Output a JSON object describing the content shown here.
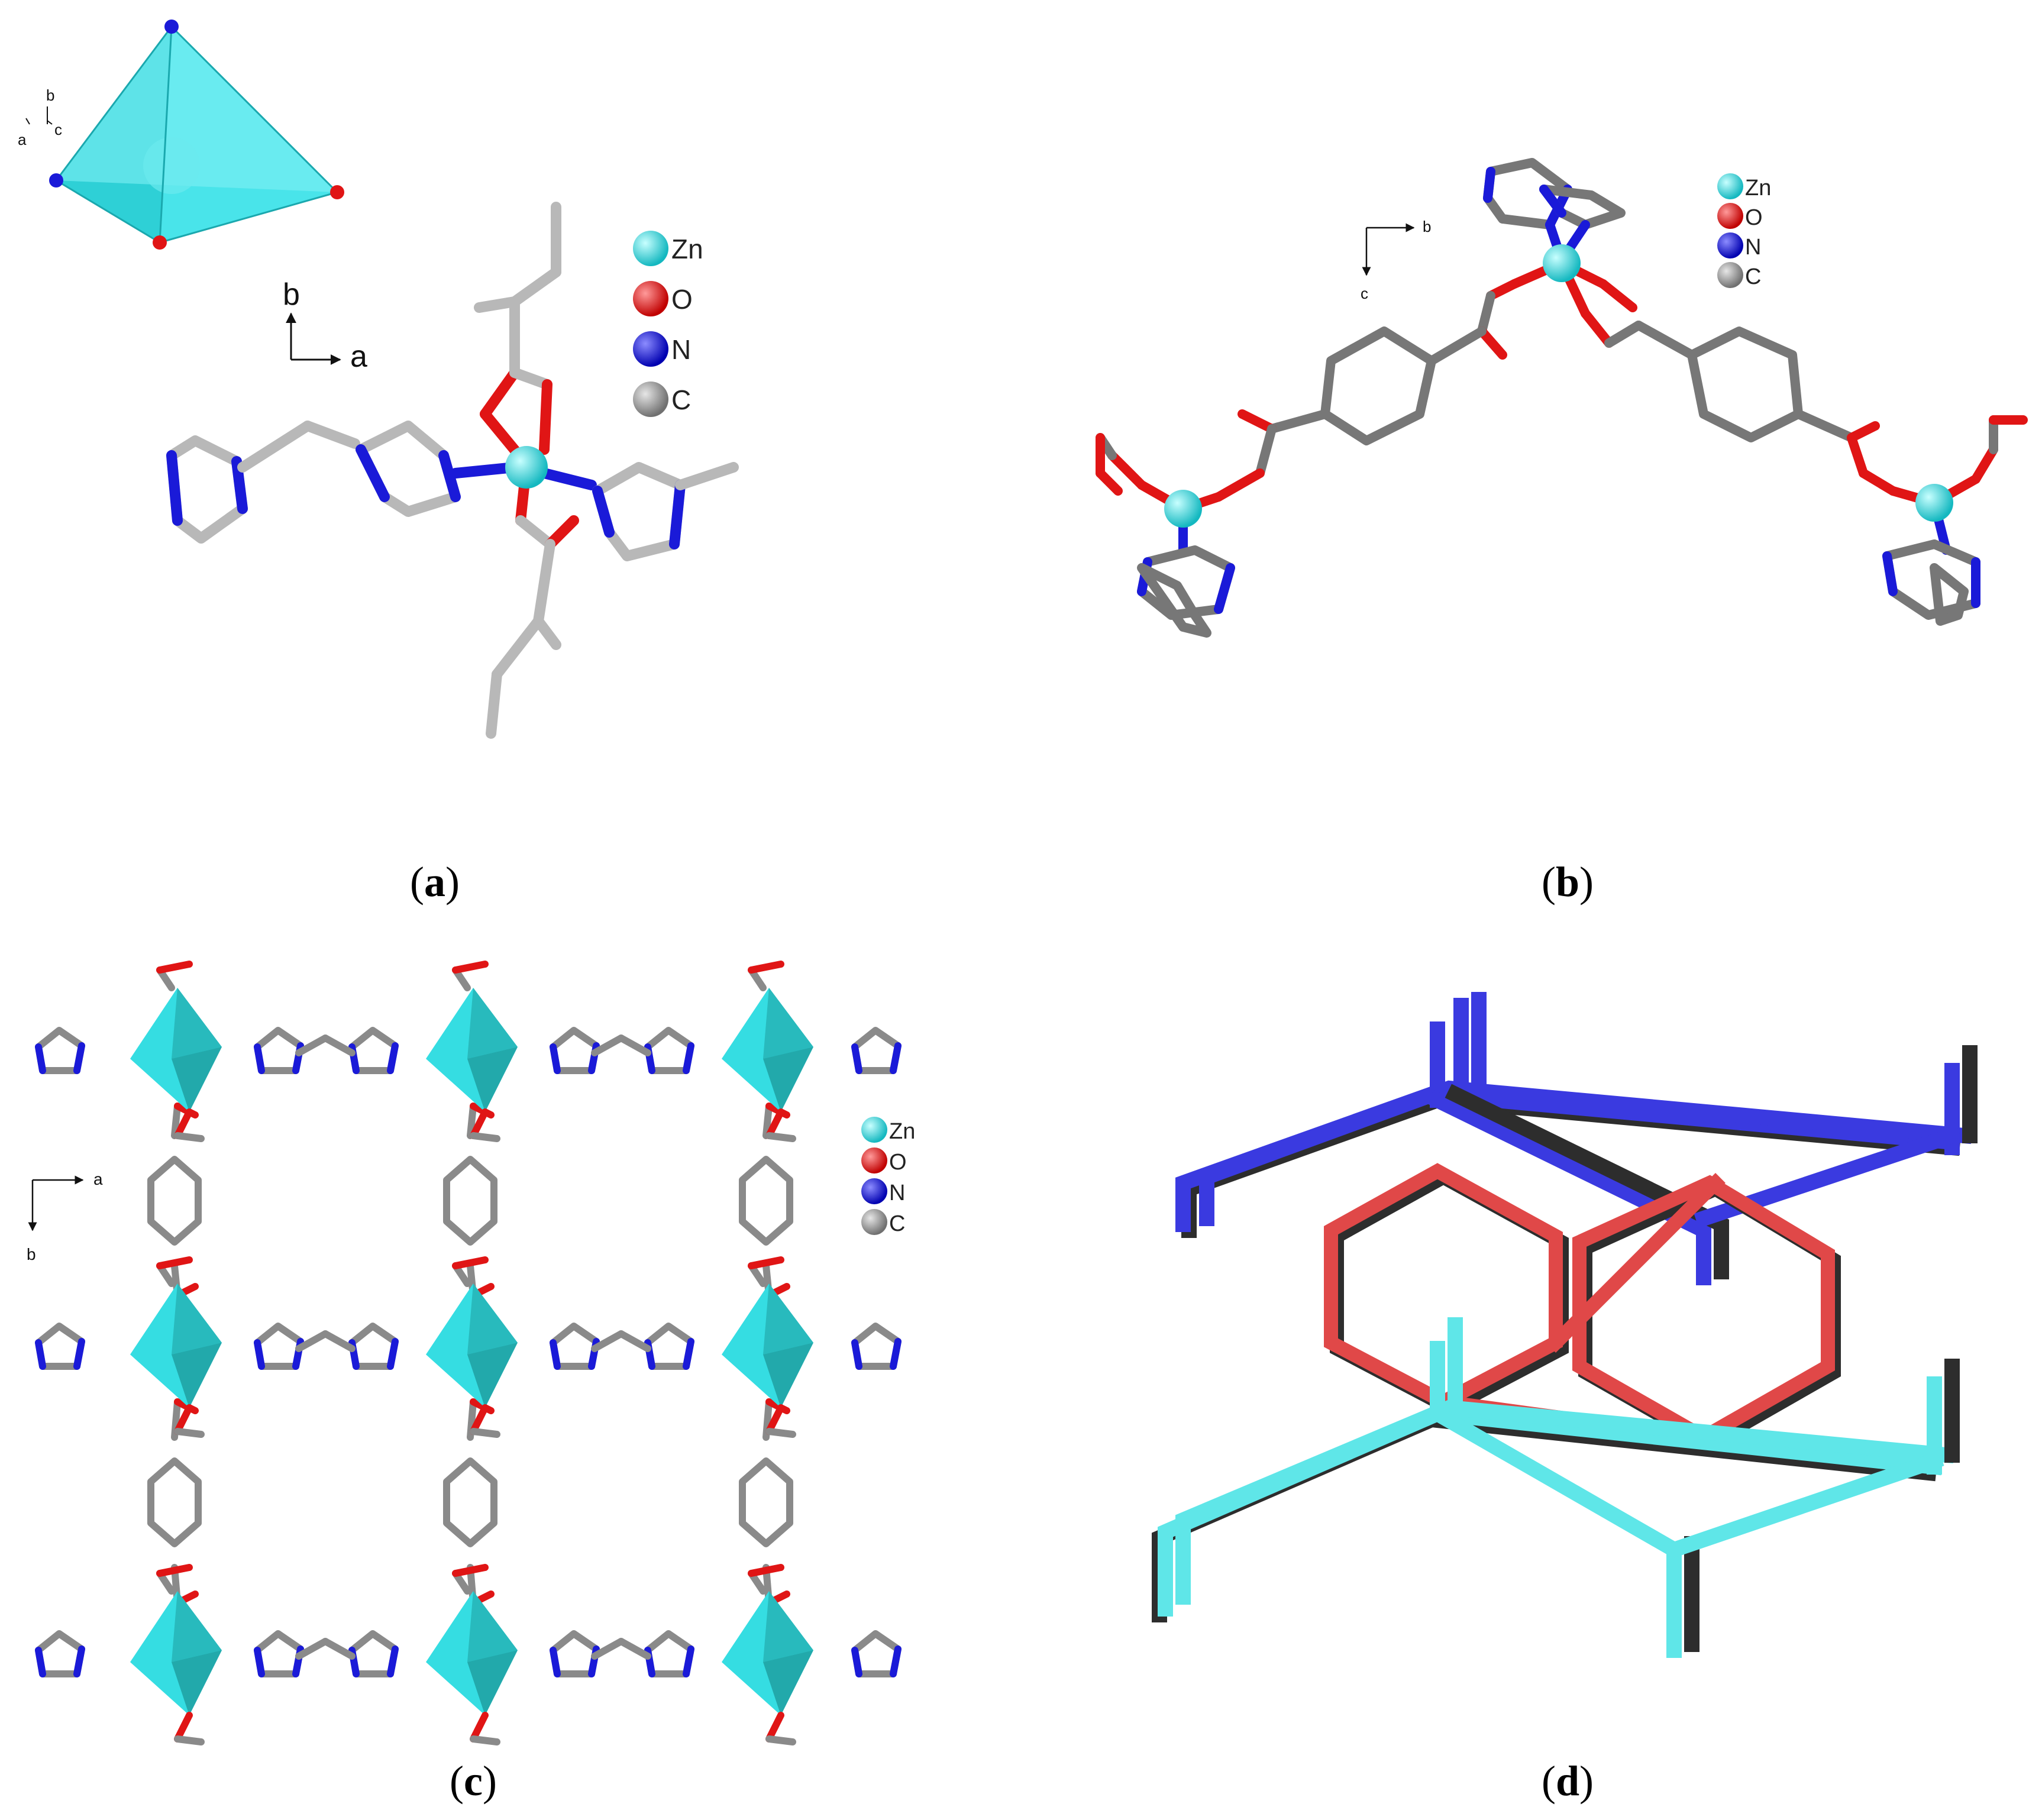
{
  "colors": {
    "zn": "#2fd6dc",
    "o": "#e01515",
    "n": "#1a1ad8",
    "c": "#8a8a8a",
    "c_light": "#b8b8b8",
    "poly": "#35dde2",
    "poly_dark": "#1e9c9e",
    "net_blue": "#3a3ae0",
    "net_red": "#e04848",
    "net_cyan": "#5fe6e8",
    "net_dark": "#2d2d2d"
  },
  "panels": [
    {
      "id": "a",
      "caption": "a",
      "legend": [
        "Zn",
        "O",
        "N",
        "C"
      ],
      "axes": {
        "vertical": "b",
        "horizontal": "a"
      },
      "inset_axes": {
        "a": "a",
        "b": "b",
        "c": "c"
      }
    },
    {
      "id": "b",
      "caption": "b",
      "legend": [
        "Zn",
        "O",
        "N",
        "C"
      ],
      "axes": {
        "vertical": "c",
        "horizontal": "b"
      }
    },
    {
      "id": "c",
      "caption": "c",
      "legend": [
        "Zn",
        "O",
        "N",
        "C"
      ],
      "axes": {
        "vertical": "b",
        "horizontal": "a"
      }
    },
    {
      "id": "d",
      "caption": "d"
    }
  ]
}
